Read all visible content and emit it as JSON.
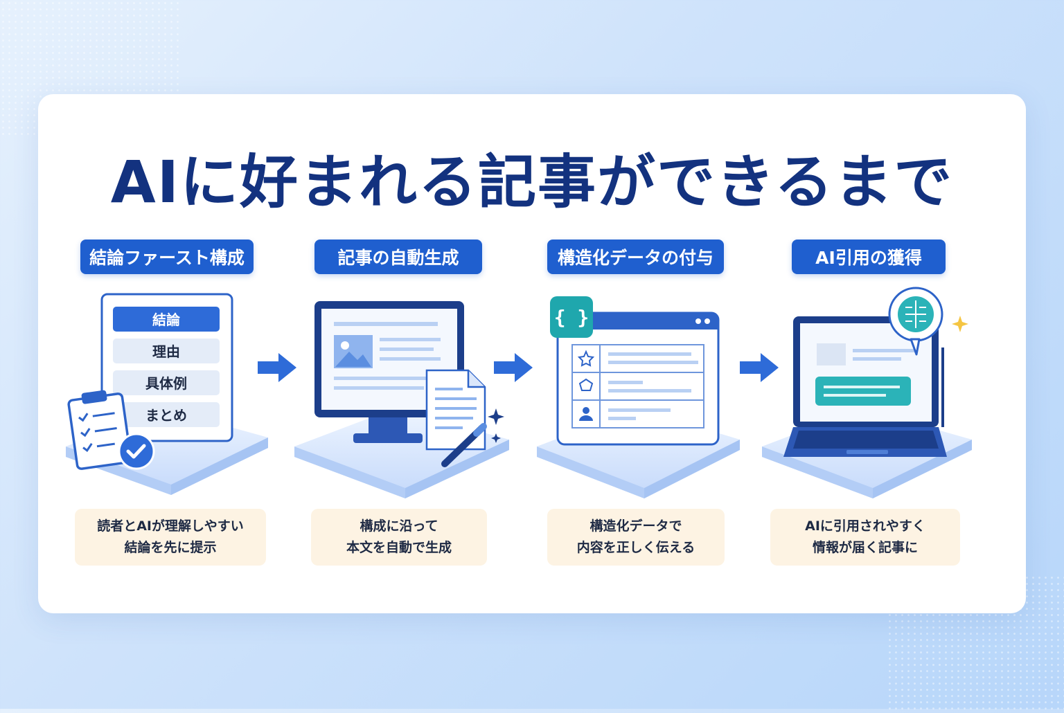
{
  "title": "AIに好まれる記事ができるまで",
  "colors": {
    "primary": "#1f5fcf",
    "navy": "#13327f",
    "teal": "#2bb3b8",
    "desc_bg": "#fdf3e3"
  },
  "steps": [
    {
      "label": "結論ファースト構成",
      "outline": [
        "結論",
        "理由",
        "具体例",
        "まとめ"
      ],
      "desc_line1": "読者とAIが理解しやすい",
      "desc_line2": "結論を先に提示",
      "icons": [
        "clipboard-icon",
        "check-circle-icon"
      ]
    },
    {
      "label": "記事の自動生成",
      "desc_line1": "構成に沿って",
      "desc_line2": "本文を自動で生成",
      "icons": [
        "monitor-icon",
        "image-icon",
        "document-icon",
        "pen-icon",
        "sparkle-icon"
      ]
    },
    {
      "label": "構造化データの付与",
      "code_badge": "{ }",
      "desc_line1": "構造化データで",
      "desc_line2": "内容を正しく伝える",
      "icons": [
        "browser-window-icon",
        "code-braces-icon",
        "star-icon",
        "pentagon-icon",
        "user-icon"
      ]
    },
    {
      "label": "AI引用の獲得",
      "desc_line1": "AIに引用されやすく",
      "desc_line2": "情報が届く記事に",
      "icons": [
        "laptop-icon",
        "ai-brain-icon",
        "sparkle-icon"
      ]
    }
  ],
  "arrows": [
    "arrow-right-icon",
    "arrow-right-icon",
    "arrow-right-icon"
  ]
}
